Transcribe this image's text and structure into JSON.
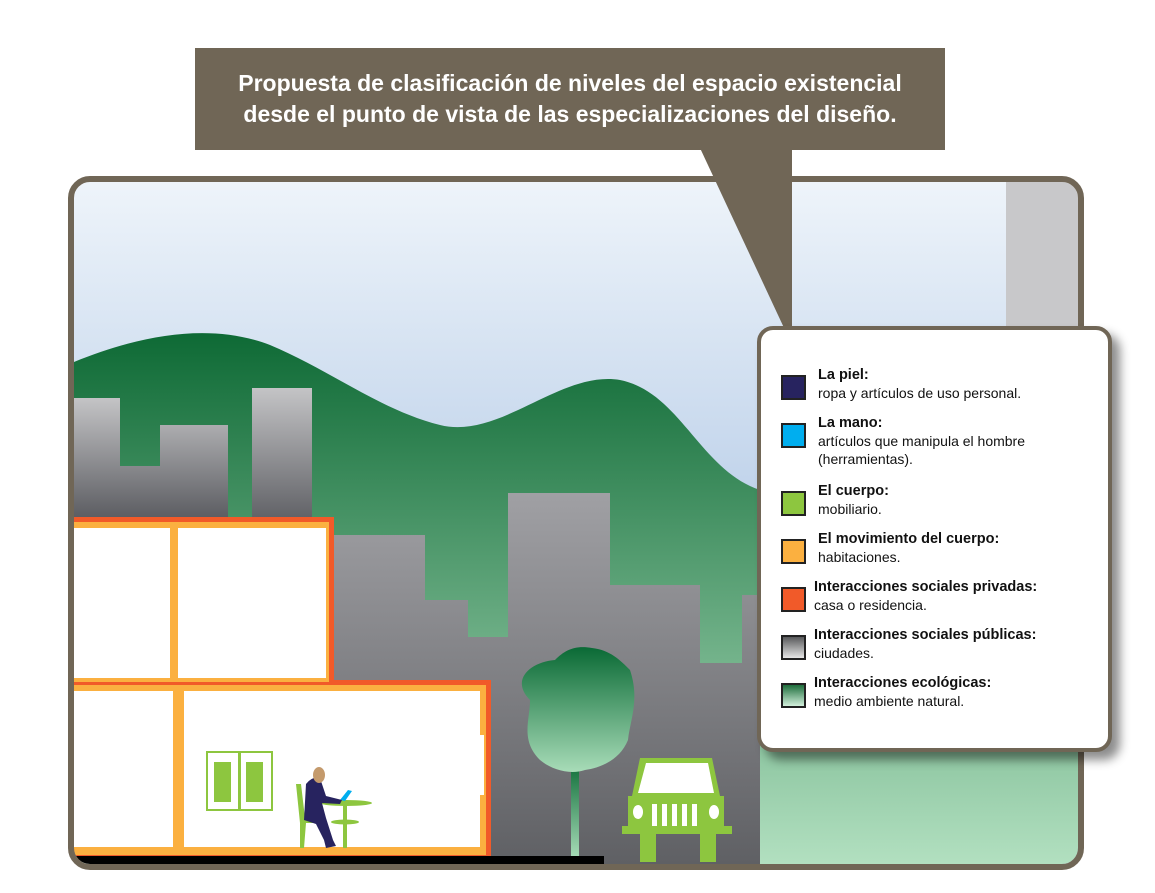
{
  "title": {
    "line1": "Propuesta de clasificación de niveles del espacio existencial",
    "line2": "desde el punto de vista de las especializaciones del diseño."
  },
  "legend": [
    {
      "label": "La piel:",
      "desc": "ropa y artículos de uso personal.",
      "color": "#27235f"
    },
    {
      "label": "La mano:",
      "desc": "artículos que manipula el hombre (herramientas).",
      "color": "#00aeef"
    },
    {
      "label": "El cuerpo:",
      "desc": "mobiliario.",
      "color": "#8dc63f"
    },
    {
      "label": "El movimiento del cuerpo:",
      "desc": "habitaciones.",
      "color": "#fbb040"
    },
    {
      "label": "Interacciones sociales privadas:",
      "desc": "casa o residencia.",
      "color": "#f15a29"
    },
    {
      "label": "Interacciones sociales públicas:",
      "desc": "ciudades.",
      "color": "#808080"
    },
    {
      "label": "Interacciones ecológicas:",
      "desc": "medio ambiente natural.",
      "color": "#1e6e3c"
    }
  ]
}
